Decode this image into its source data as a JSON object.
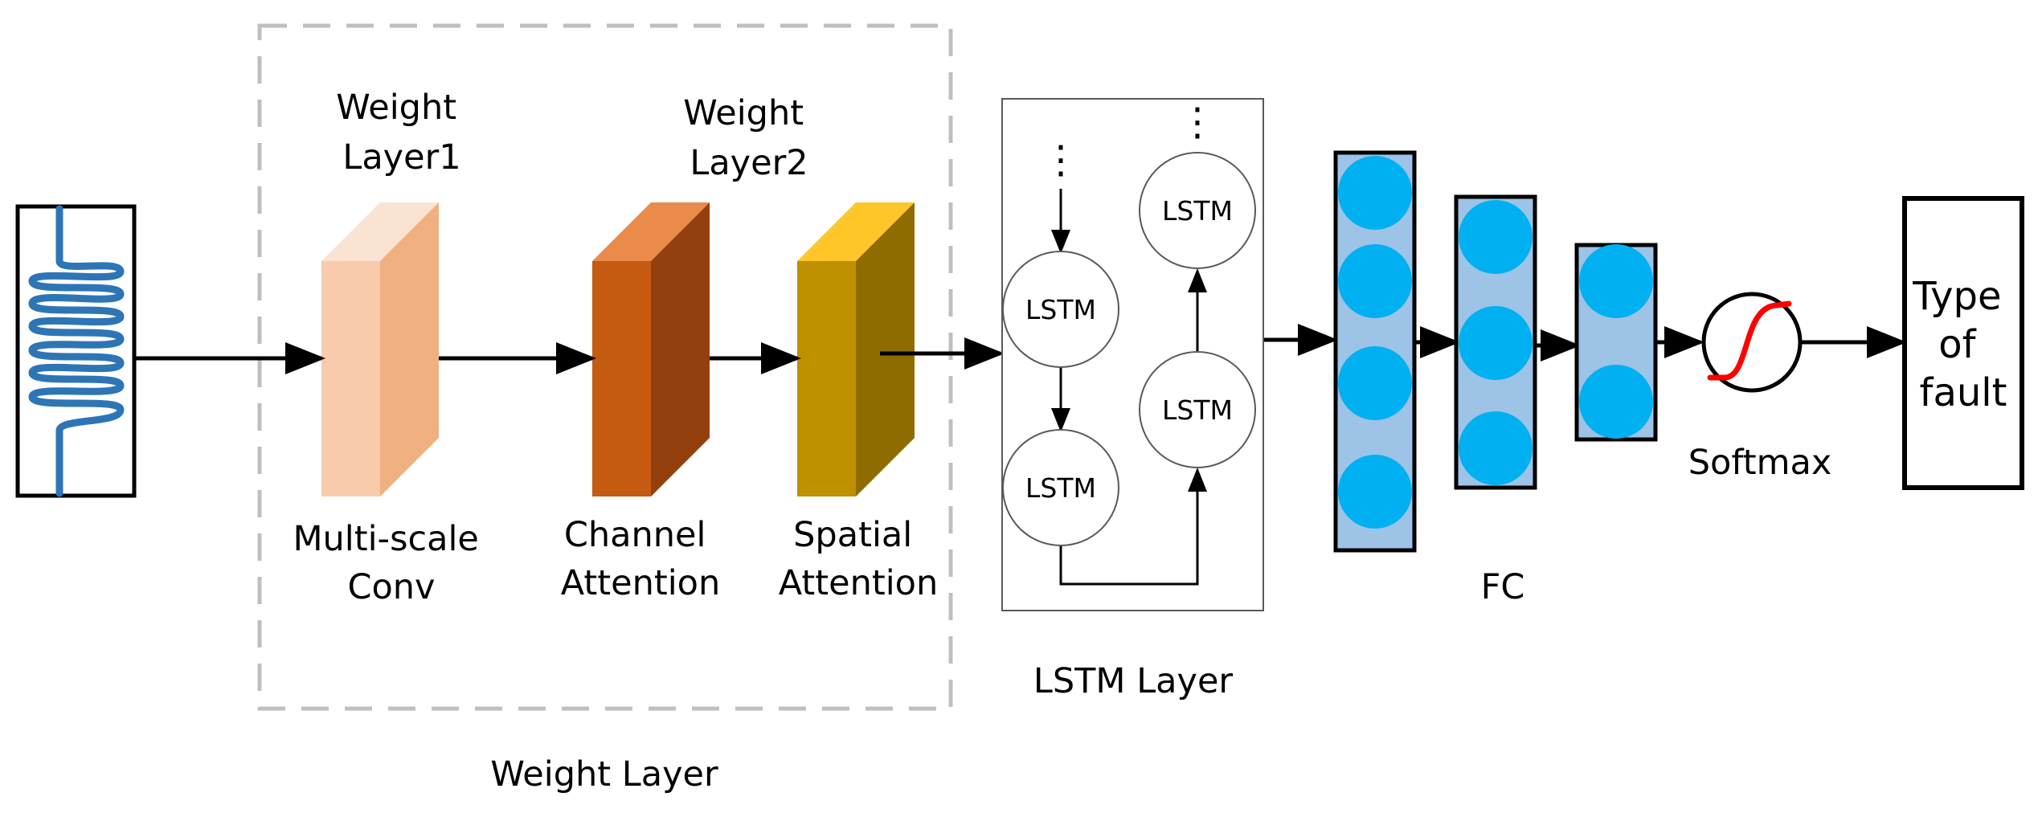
{
  "weight_layer": {
    "title": "Weight Layer",
    "weight_layer1": [
      "Weight",
      "Layer1"
    ],
    "weight_layer2": [
      "Weight",
      "Layer2"
    ],
    "multiscale_conv": [
      "Multi-scale",
      "Conv"
    ],
    "channel_attention": [
      "Channel",
      "Attention"
    ],
    "spatial_attention": [
      "Spatial",
      "Attention"
    ],
    "colors": {
      "conv_front": "#f8cbad",
      "conv_side": "#f0b07f",
      "conv_top": "#fbe3d3",
      "channel_front": "#c55a11",
      "channel_side": "#94400e",
      "channel_top": "#ea8a4b",
      "spatial_front": "#bf9000",
      "spatial_side": "#8f6c00",
      "spatial_top": "#ffc62a",
      "dashed_border": "#bfbfbf"
    }
  },
  "lstm_layer": {
    "title": "LSTM Layer",
    "cell_label": "LSTM",
    "ellipsis": "⋮"
  },
  "fc": {
    "label": "FC",
    "layers": [
      {
        "nodes": 4
      },
      {
        "nodes": 3
      },
      {
        "nodes": 2
      }
    ],
    "colors": {
      "column": "#9dc3e6",
      "node": "#00b0f0"
    }
  },
  "softmax": {
    "label": "Softmax",
    "curve_color": "#ff0000"
  },
  "output": {
    "lines": [
      "Type",
      "of",
      "fault"
    ]
  },
  "input": {
    "signal_color": "#2e75b6"
  }
}
